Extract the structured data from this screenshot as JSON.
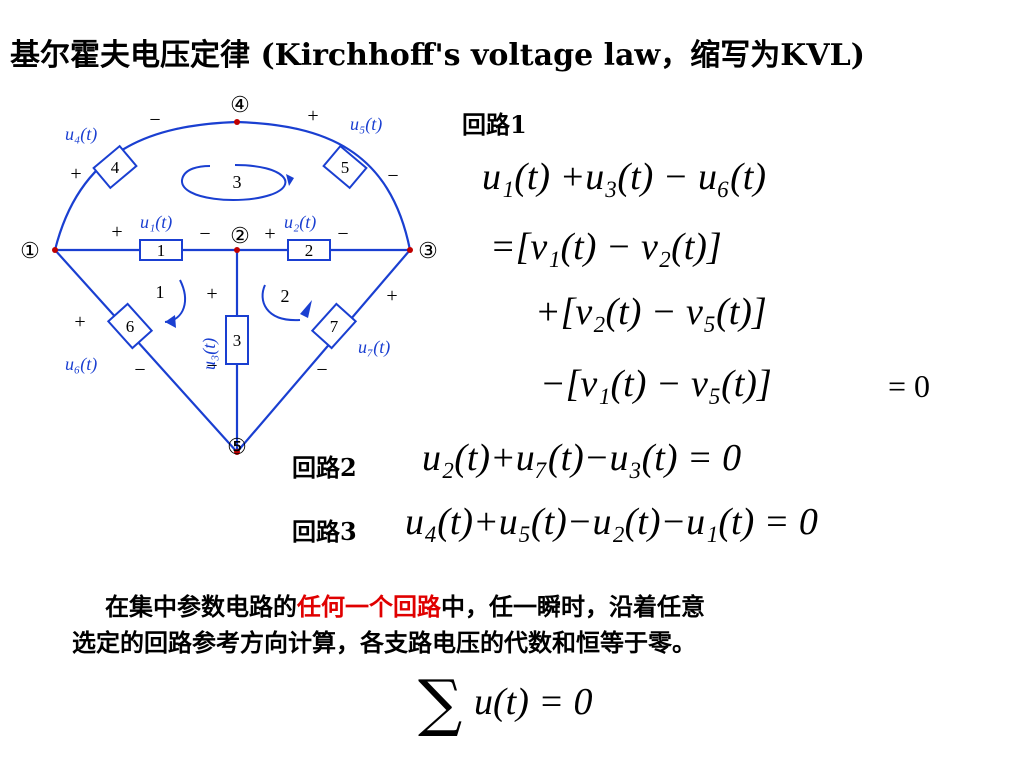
{
  "title": "基尔霍夫电压定律 (Kirchhoff's voltage law，缩写为KVL)",
  "circuit": {
    "nodes": [
      "①",
      "②",
      "③",
      "④",
      "⑤"
    ],
    "branches": [
      "1",
      "2",
      "3",
      "4",
      "5",
      "6",
      "7"
    ],
    "loops": [
      "1",
      "2",
      "3"
    ],
    "voltage_labels": {
      "u1": "u₁(t)",
      "u2": "u₂(t)",
      "u3": "u₃(t)",
      "u4": "u₄(t)",
      "u5": "u₅(t)",
      "u6": "u₆(t)",
      "u7": "u₇(t)"
    },
    "plus": "+",
    "minus": "−"
  },
  "loop1": {
    "label": "回路1",
    "line1": "u₁(t) +u₃(t) − u₆(t)",
    "line2": "=[v₁(t) − v₂(t)]",
    "line3": "+[v₂(t) − v₅(t)]",
    "line4": "−[v₁(t) − v₅(t)]",
    "line4_rhs": "= 0"
  },
  "loop2": {
    "label": "回路2",
    "equation": "u₂(t)+u₇(t)−u₃(t) = 0"
  },
  "loop3": {
    "label": "回路3",
    "equation": "u₄(t)+u₅(t)−u₂(t)−u₁(t) = 0"
  },
  "statement": {
    "part1": "在集中参数电路的",
    "highlight": "任何一个回路",
    "part2": "中，任一瞬时，沿着任意",
    "line2": "选定的回路参考方向计算，各支路电压的代数和恒等于零。"
  },
  "summary": {
    "symbol": "∑",
    "formula": "u(t) = 0"
  },
  "colors": {
    "circuit": "#1a3fd1",
    "highlight": "#e00000",
    "text": "#000000"
  }
}
